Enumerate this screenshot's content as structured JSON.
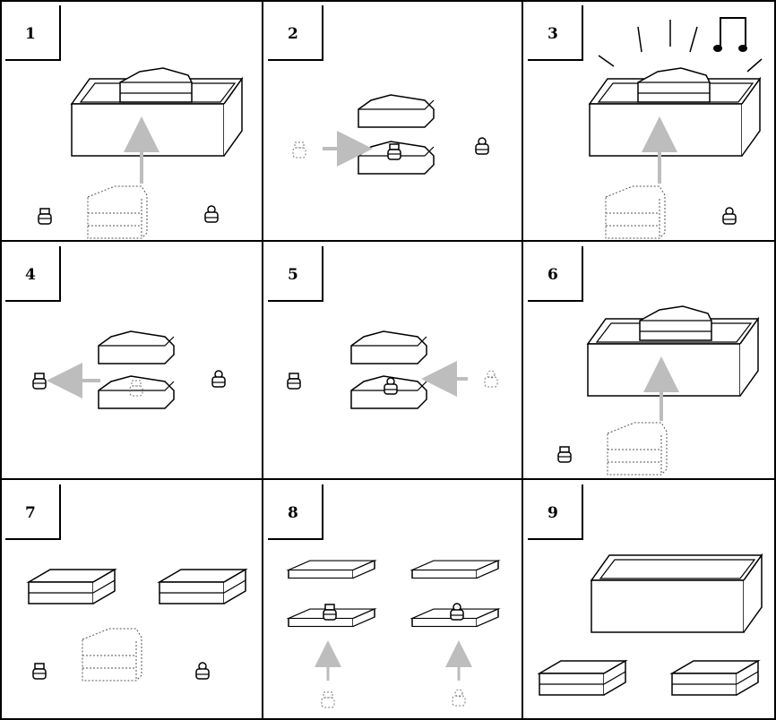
{
  "panels": [
    {
      "number": "1"
    },
    {
      "number": "2"
    },
    {
      "number": "3"
    },
    {
      "number": "4"
    },
    {
      "number": "5"
    },
    {
      "number": "6"
    },
    {
      "number": "7"
    },
    {
      "number": "8"
    },
    {
      "number": "9"
    }
  ],
  "colors": {
    "line": "#000000",
    "arrow": "#bdbdbd",
    "dotted": "#555555",
    "background": "#ffffff"
  },
  "icons": [
    "sealed-tray",
    "pentagon-lid",
    "box-lid",
    "weight-icon",
    "arrow-icon",
    "music-notes-icon",
    "sound-rays-icon"
  ]
}
